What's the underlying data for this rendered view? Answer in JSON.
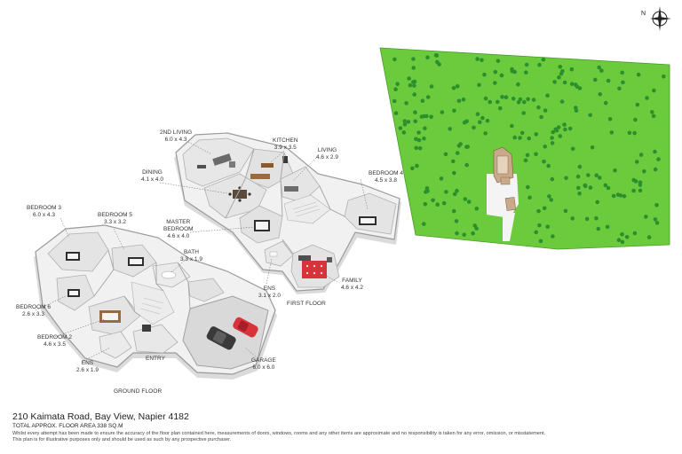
{
  "address": "210 Kaimata Road, Bay View, Napier 4182",
  "total_area": "TOTAL APPROX. FLOOR AREA 338 SQ.M",
  "disclaimer_line1": "Whilst every attempt has been made to ensure the accuracy of the floor plan contained here, measurements of doors, windows, rooms and any other items are approximate and no responsibility is taken for any error, omission, or misstatement.",
  "disclaimer_line2": "This plan is for illustrative purposes only and should be used as such by any prospective purchaser.",
  "compass_letter": "N",
  "floors": {
    "ground": "GROUND FLOOR",
    "first": "FIRST FLOOR"
  },
  "rooms": {
    "bedroom3": {
      "name": "BEDROOM 3",
      "dim": "6.0 x 4.3"
    },
    "bedroom5": {
      "name": "BEDROOM 5",
      "dim": "3.3 x 3.2"
    },
    "second_living": {
      "name": "2ND LIVING",
      "dim": "6.0 x 4.3"
    },
    "kitchen": {
      "name": "KITCHEN",
      "dim": "3.9 x 3.5"
    },
    "living": {
      "name": "LIVING",
      "dim": "4.6 x 2.9"
    },
    "dining": {
      "name": "DINING",
      "dim": "4.1 x 4.0"
    },
    "bedroom4": {
      "name": "BEDROOM 4",
      "dim": "4.5 x 3.8"
    },
    "master": {
      "name": "MASTER",
      "name2": "BEDROOM",
      "dim": "4.6 x 4.0"
    },
    "bath": {
      "name": "BATH",
      "dim": "3.3 x 1.9"
    },
    "ens_first": {
      "name": "ENS",
      "dim": "3.1 x 2.0"
    },
    "family": {
      "name": "FAMILY",
      "dim": "4.6 x 4.2"
    },
    "bedroom6": {
      "name": "BEDROOM 6",
      "dim": "2.6 x 3.3"
    },
    "bedroom2": {
      "name": "BEDROOM 2",
      "dim": "4.6 x 3.5"
    },
    "ens_ground": {
      "name": "ENS",
      "dim": "2.6 x 1.9"
    },
    "entry": {
      "name": "ENTRY"
    },
    "garage": {
      "name": "GARAGE",
      "dim": "6.0 x 6.0"
    }
  },
  "colors": {
    "site_green": "#6ccb3c",
    "tree_dark": "#2c8f2e",
    "wall_gray": "#d4d4d4",
    "floor_light": "#e9e9e9",
    "car_red": "#d8323a",
    "car_dark": "#3a3a3a"
  }
}
